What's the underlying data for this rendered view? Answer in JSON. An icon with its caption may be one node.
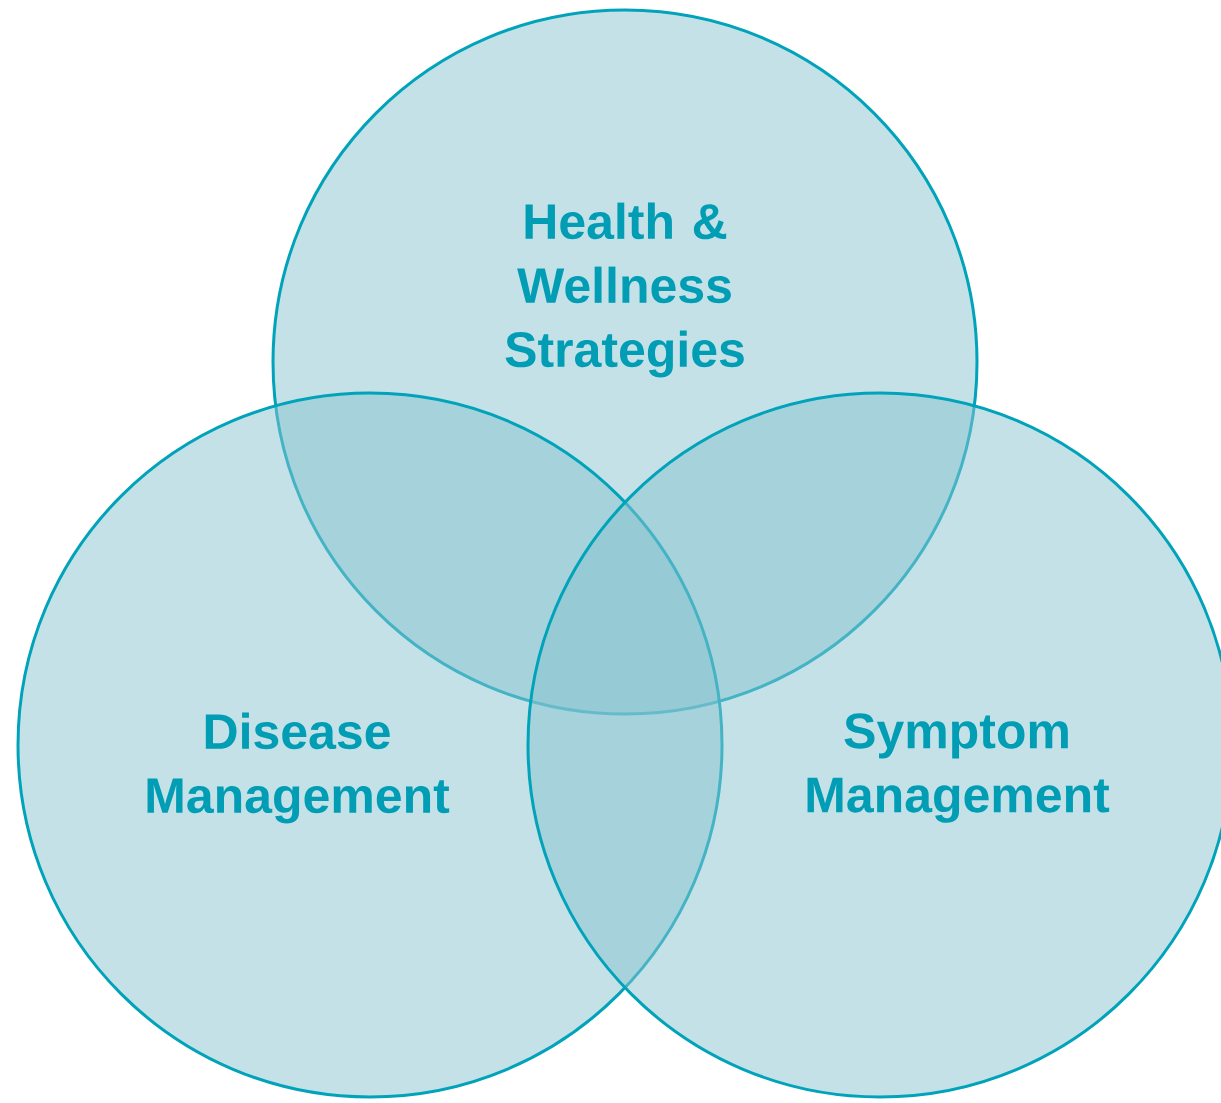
{
  "diagram": {
    "nodes": [
      {
        "text": [
          "Health & Wellness Strategies"
        ]
      },
      {
        "text": [
          "Disease Management"
        ]
      },
      {
        "text": [
          "Symptom Management"
        ]
      }
    ]
  }
}
